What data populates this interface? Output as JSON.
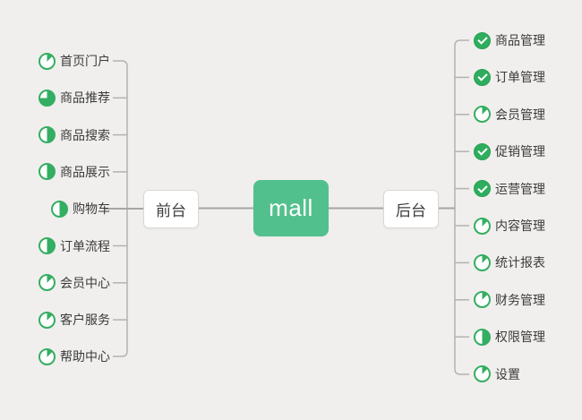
{
  "root": {
    "label": "mall"
  },
  "colors": {
    "background": "#f0efed",
    "root_node_green": "#52c08c",
    "icon_green": "#34ae62",
    "check_green": "#2fad5e",
    "line_gray": "#b2b2b0",
    "text": "#3b3b3b"
  },
  "left_branch": {
    "label": "前台",
    "items": [
      {
        "label": "首页门户",
        "icon": "pie",
        "progress": 12.5
      },
      {
        "label": "商品推荐",
        "icon": "pie",
        "progress": 75
      },
      {
        "label": "商品搜索",
        "icon": "pie",
        "progress": 50
      },
      {
        "label": "商品展示",
        "icon": "pie",
        "progress": 50
      },
      {
        "label": "购物车",
        "icon": "pie",
        "progress": 50
      },
      {
        "label": "订单流程",
        "icon": "pie",
        "progress": 50
      },
      {
        "label": "会员中心",
        "icon": "pie",
        "progress": 12.5
      },
      {
        "label": "客户服务",
        "icon": "pie",
        "progress": 12.5
      },
      {
        "label": "帮助中心",
        "icon": "pie",
        "progress": 12.5
      }
    ]
  },
  "right_branch": {
    "label": "后台",
    "items": [
      {
        "label": "商品管理",
        "icon": "check",
        "progress": 100
      },
      {
        "label": "订单管理",
        "icon": "check",
        "progress": 100
      },
      {
        "label": "会员管理",
        "icon": "pie",
        "progress": 12.5
      },
      {
        "label": "促销管理",
        "icon": "check",
        "progress": 100
      },
      {
        "label": "运营管理",
        "icon": "check",
        "progress": 100
      },
      {
        "label": "内容管理",
        "icon": "pie",
        "progress": 12.5
      },
      {
        "label": "统计报表",
        "icon": "pie",
        "progress": 12.5
      },
      {
        "label": "财务管理",
        "icon": "pie",
        "progress": 12.5
      },
      {
        "label": "权限管理",
        "icon": "pie",
        "progress": 50
      },
      {
        "label": "设置",
        "icon": "pie",
        "progress": 12.5
      }
    ]
  }
}
